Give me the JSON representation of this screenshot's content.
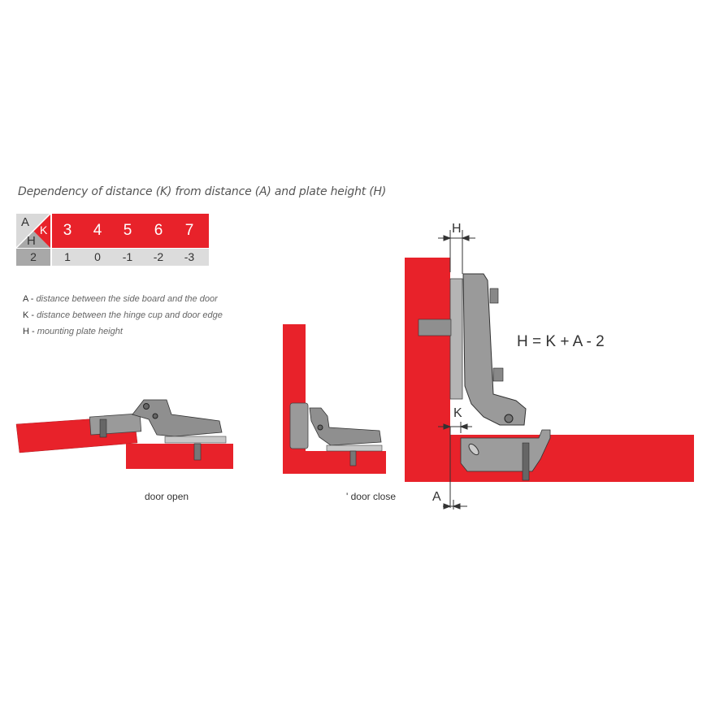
{
  "title": "Dependency of distance (K) from distance (A) and plate height (H)",
  "table": {
    "corner": {
      "a": "A",
      "k": "K",
      "h": "H"
    },
    "h_value": "2",
    "k_values": [
      "3",
      "4",
      "5",
      "6",
      "7"
    ],
    "a_values": [
      "1",
      "0",
      "-1",
      "-2",
      "-3"
    ]
  },
  "legend": [
    {
      "key": "A -",
      "text": "distance between the side board and the door"
    },
    {
      "key": "K -",
      "text": "distance between the hinge cup and door edge"
    },
    {
      "key": "H -",
      "text": "mounting plate height"
    }
  ],
  "captions": {
    "open": "door open",
    "close": "' door close"
  },
  "formula": "H = K + A - 2",
  "dimension_labels": {
    "h": "H",
    "k": "K",
    "a": "A"
  },
  "colors": {
    "red": "#e8222a",
    "grey_dark": "#a8a8a8",
    "grey_light": "#dcdcdc",
    "metal": "#8a8a8a"
  }
}
